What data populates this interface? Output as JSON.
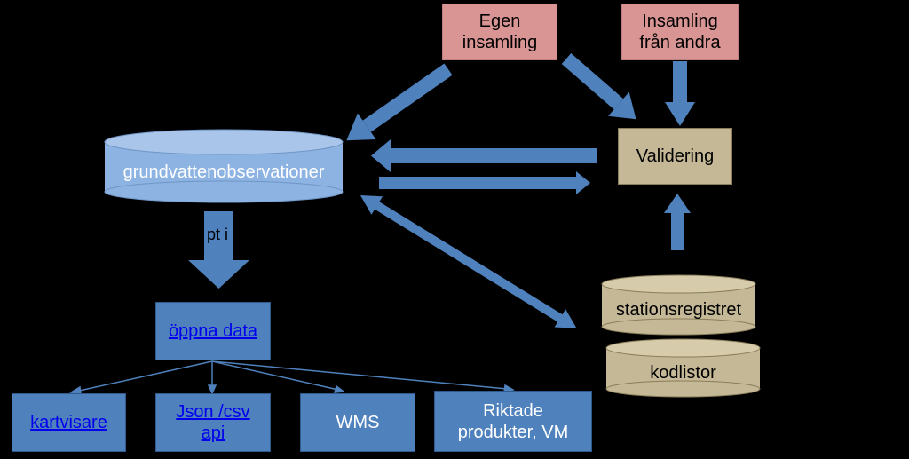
{
  "sources": {
    "egen": "Egen\ninsamling",
    "andra": "Insamling\nfrån andra"
  },
  "validering": "Validering",
  "database": "grundvattenobservationer",
  "export_label": "pt i",
  "open_data": "öppna data",
  "registers": {
    "stations": "stationsregistret",
    "codes": "kodlistor"
  },
  "outputs": {
    "kartvisare": "kartvisare",
    "json": "Json /csv\napi",
    "wms": "WMS",
    "riktade": "Riktade\nprodukter, VM"
  },
  "colors": {
    "arrow": "#4f81bd",
    "pink": "#d99594",
    "tan": "#c4b896",
    "cylinder_blue": "#8db3e2"
  }
}
